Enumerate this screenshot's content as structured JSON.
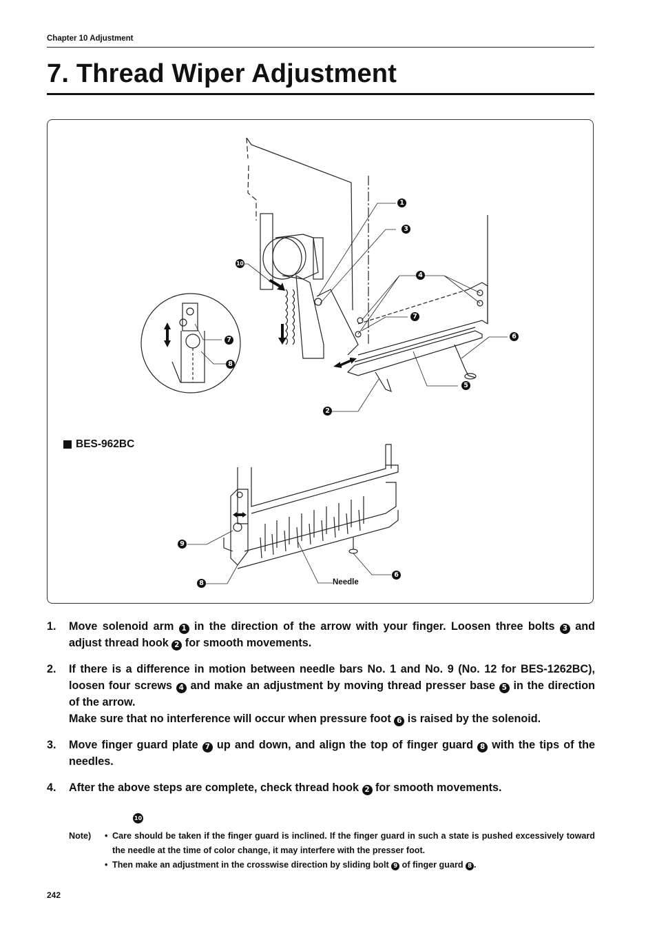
{
  "header": {
    "chapter": "Chapter 10  Adjustment",
    "title": "7. Thread Wiper Adjustment"
  },
  "figure": {
    "model_label": "BES-962BC",
    "needle_label": "Needle",
    "callouts": [
      "1",
      "3",
      "10",
      "4",
      "7",
      "6",
      "7",
      "8",
      "5",
      "2",
      "9",
      "6",
      "8"
    ]
  },
  "steps": [
    {
      "num": "1.",
      "parts": [
        "Move solenoid arm ",
        "1",
        " in the direction of the arrow with your finger.  Loosen three bolts ",
        "3",
        " and adjust thread hook ",
        "2",
        " for smooth movements."
      ]
    },
    {
      "num": "2.",
      "parts": [
        "If there is a difference in motion between needle bars No. 1 and No. 9 (No. 12 for BES-1262BC), loosen four screws ",
        "4",
        " and make an adjustment by moving thread presser base ",
        "5",
        " in the direction of the arrow."
      ],
      "extra": [
        "Make sure that no interference will occur when pressure foot ",
        "6",
        " is raised by the solenoid."
      ]
    },
    {
      "num": "3.",
      "parts": [
        "Move finger guard plate ",
        "7",
        " up and down, and align the top of finger guard ",
        "8",
        " with the tips of the needles."
      ]
    },
    {
      "num": "4.",
      "parts": [
        "After the above steps are complete, check thread hook ",
        "2",
        " for smooth movements."
      ]
    }
  ],
  "lone_callout": "10",
  "note": {
    "label": "Note)",
    "bullet": "•",
    "items": [
      [
        "Care should be taken if the finger guard is inclined.  If the finger guard in such a state is pushed excessively toward the needle at the time of color change, it may interfere with the presser foot."
      ],
      [
        "Then make an adjustment in the crosswise direction by sliding bolt ",
        "9",
        " of finger guard ",
        "8",
        "."
      ]
    ]
  },
  "page_number": "242"
}
